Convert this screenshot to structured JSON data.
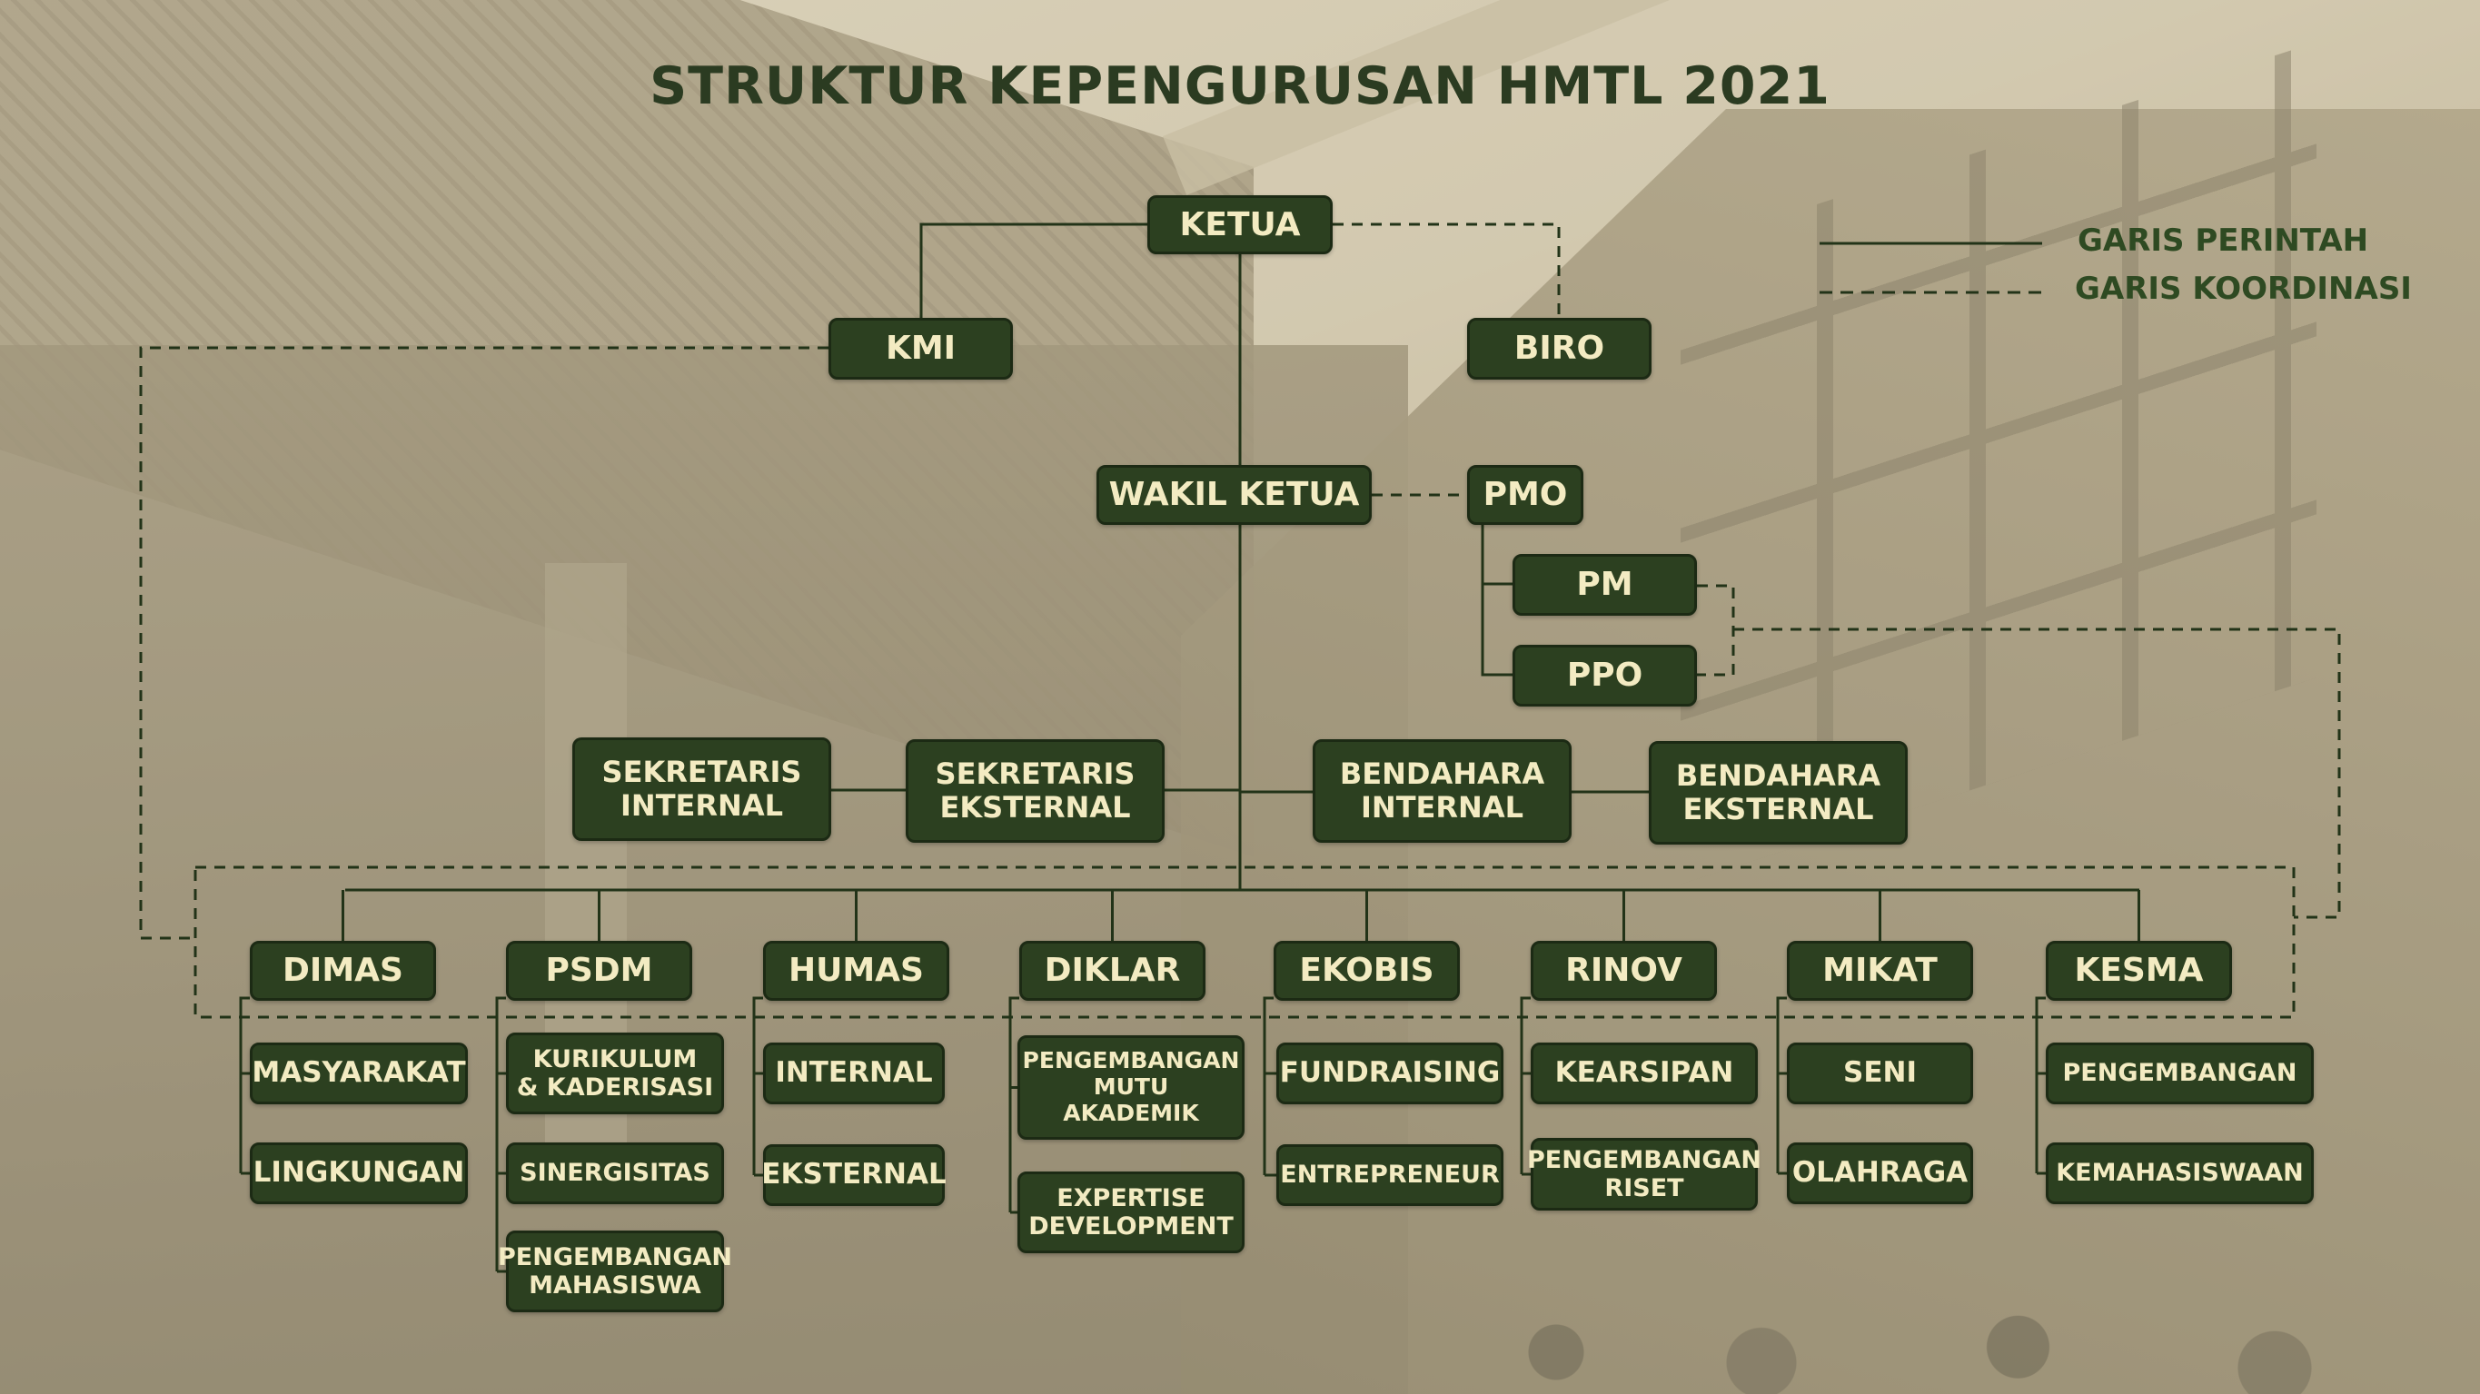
{
  "title": "STRUKTUR KEPENGURUSAN HMTL 2021",
  "legend": {
    "solid_label": "GARIS PERINTAH",
    "dashed_label": "GARIS KOORDINASI"
  },
  "colors": {
    "box_fill": "#2c4020",
    "box_text": "#f3ebc2",
    "line": "#223318",
    "title": "#2b3b21"
  },
  "nodes": {
    "ketua": "KETUA",
    "kmi": "KMI",
    "biro": "BIRO",
    "wakil_ketua": "WAKIL KETUA",
    "pmo": "PMO",
    "pm": "PM",
    "ppo": "PPO",
    "sekretaris_internal": "SEKRETARIS\nINTERNAL",
    "sekretaris_eksternal": "SEKRETARIS\nEKSTERNAL",
    "bendahara_internal": "BENDAHARA\nINTERNAL",
    "bendahara_eksternal": "BENDAHARA\nEKSTERNAL"
  },
  "departments": [
    {
      "name": "DIMAS",
      "divisions": [
        "MASYARAKAT",
        "LINGKUNGAN"
      ]
    },
    {
      "name": "PSDM",
      "divisions": [
        "KURIKULUM\n& KADERISASI",
        "SINERGISITAS",
        "PENGEMBANGAN\nMAHASISWA"
      ]
    },
    {
      "name": "HUMAS",
      "divisions": [
        "INTERNAL",
        "EKSTERNAL"
      ]
    },
    {
      "name": "DIKLAR",
      "divisions": [
        "PENGEMBANGAN\nMUTU\nAKADEMIK",
        "EXPERTISE\nDEVELOPMENT"
      ]
    },
    {
      "name": "EKOBIS",
      "divisions": [
        "FUNDRAISING",
        "ENTREPRENEUR"
      ]
    },
    {
      "name": "RINOV",
      "divisions": [
        "KEARSIPAN",
        "PENGEMBANGAN\nRISET"
      ]
    },
    {
      "name": "MIKAT",
      "divisions": [
        "SENI",
        "OLAHRAGA"
      ]
    },
    {
      "name": "KESMA",
      "divisions": [
        "PENGEMBANGAN",
        "KEMAHASISWAAN"
      ]
    }
  ]
}
